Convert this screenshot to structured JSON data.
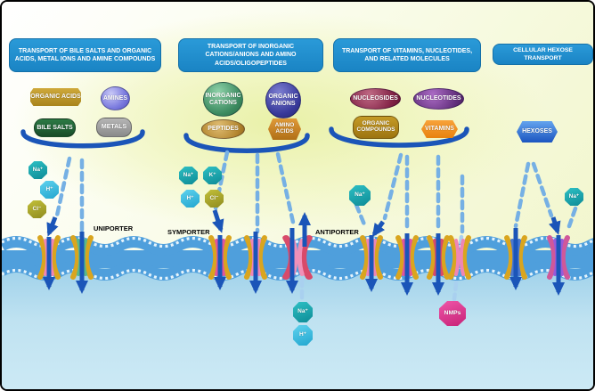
{
  "panels": [
    {
      "title": "TRANSPORT OF BILE SALTS AND ORGANIC ACIDS, METAL IONS AND AMINE COMPOUNDS",
      "substrates": [
        "ORGANIC ACIDS",
        "AMINES",
        "BILE SALTS",
        "METALS"
      ]
    },
    {
      "title": "TRANSPORT OF INORGANIC CATIONS/ANIONS AND AMINO ACIDS/OLIGOPEPTIDES",
      "substrates": [
        "INORGANIC CATIONS",
        "ORGANIC ANIONS",
        "PEPTIDES",
        "AMINO ACIDS"
      ]
    },
    {
      "title": "TRANSPORT OF VITAMINS, NUCLEOTIDES, AND RELATED MOLECULES",
      "substrates": [
        "NUCLEOSIDES",
        "NUCLEOTIDES",
        "ORGANIC COMPOUNDS",
        "VITAMINS"
      ]
    },
    {
      "title": "CELLULAR HEXOSE TRANSPORT",
      "substrates": [
        "HEXOSES"
      ]
    }
  ],
  "transport_labels": [
    "UNIPORTER",
    "SYMPORTER",
    "ANTIPORTER"
  ],
  "ions": {
    "panel1": [
      "Na⁺",
      "H⁺",
      "Cl⁻"
    ],
    "panel2": [
      "Na⁺",
      "K⁺",
      "H⁺",
      "Cl⁻"
    ],
    "panel3": [
      "Na⁺"
    ],
    "panel4": [
      "Na⁺"
    ],
    "below_membrane": [
      "Na⁺",
      "H⁺",
      "NMPs"
    ]
  },
  "colors": {
    "title_box": "#1a84c4",
    "membrane_blue": "#4f9fdc",
    "membrane_dash": "#e6f4fc",
    "solid_arrow": "#1b55b8",
    "dashed_arrow": "#76b0e4",
    "bracket": "#1b55b8",
    "ion_sodium_teal": "#0d8b96",
    "ion_hydrogen_cyan": "#22a6cf",
    "ion_chloride_olive": "#8f8c1e",
    "nmps_magenta": "#c72277",
    "transporter_gold": "#d9a51f",
    "transporter_pink": "#ef86b5"
  }
}
